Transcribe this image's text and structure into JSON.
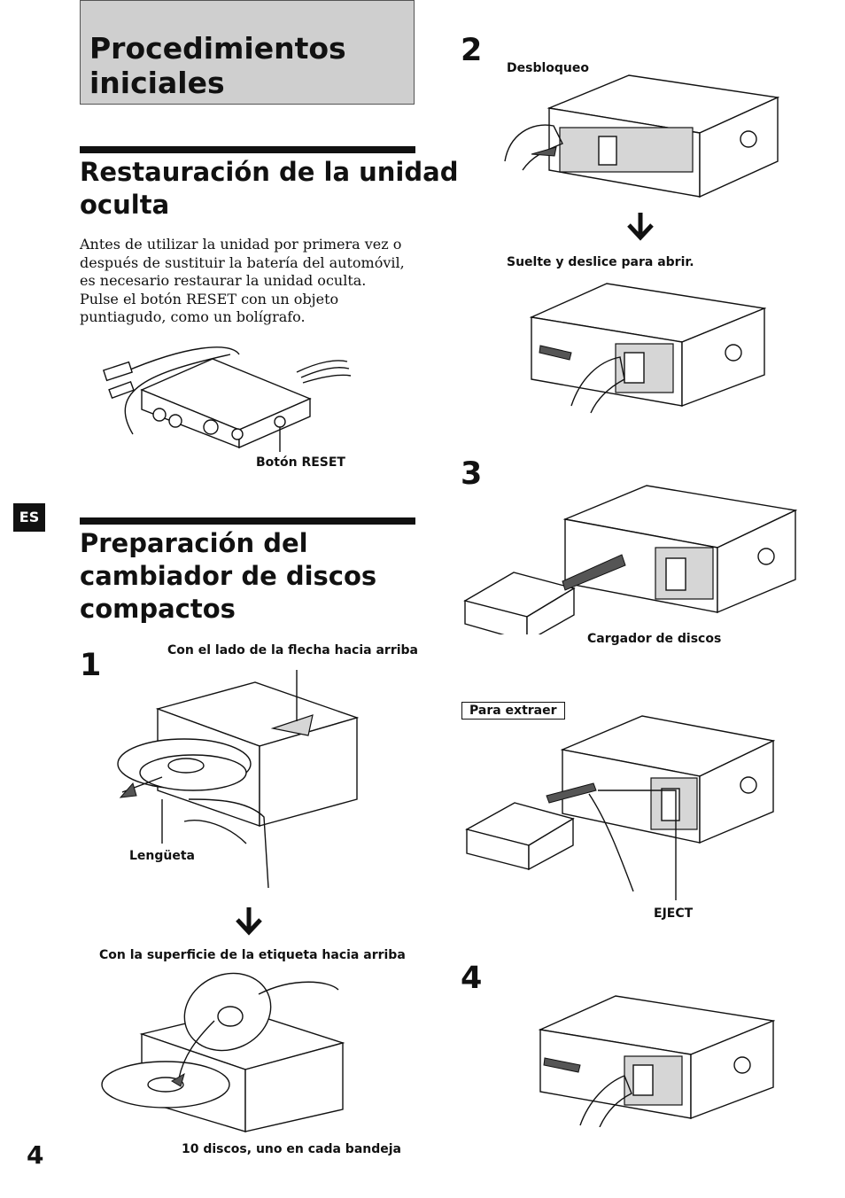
{
  "page_title": "Procedimientos iniciales",
  "page_title_lines": [
    "Procedimientos",
    "iniciales"
  ],
  "language_tab": "ES",
  "page_number": "4",
  "reset_section": {
    "heading_lines": [
      "Restauración de la unidad",
      "oculta"
    ],
    "paragraph_lines": [
      "Antes de utilizar la unidad por primera vez o",
      "después de sustituir la batería del automóvil,",
      "es necesario restaurar la unidad oculta.",
      "Pulse el botón RESET con un objeto",
      "puntiagudo, como un bolígrafo."
    ],
    "reset_button_label": "Botón RESET"
  },
  "prep_section": {
    "heading_lines": [
      "Preparación del",
      "cambiador de discos",
      "compactos"
    ]
  },
  "steps": {
    "step1": {
      "number": "1",
      "arrow_up_label": "Con el lado de la flecha hacia arriba",
      "tab_label": "Lengüeta",
      "label_up_label": "Con la superficie de la etiqueta hacia arriba",
      "discs_label": "10 discos, uno en cada bandeja"
    },
    "step2": {
      "number": "2",
      "unlock_label": "Desbloqueo",
      "slide_label": "Suelte y deslice para abrir."
    },
    "step3": {
      "number": "3",
      "magazine_label": "Cargador de discos",
      "remove_label": "Para extraer",
      "eject_label": "EJECT"
    },
    "step4": {
      "number": "4"
    }
  },
  "icons": [
    "down-arrow-icon",
    "changer-illustration",
    "hand-illustration",
    "disc-illustration",
    "magazine-illustration"
  ]
}
